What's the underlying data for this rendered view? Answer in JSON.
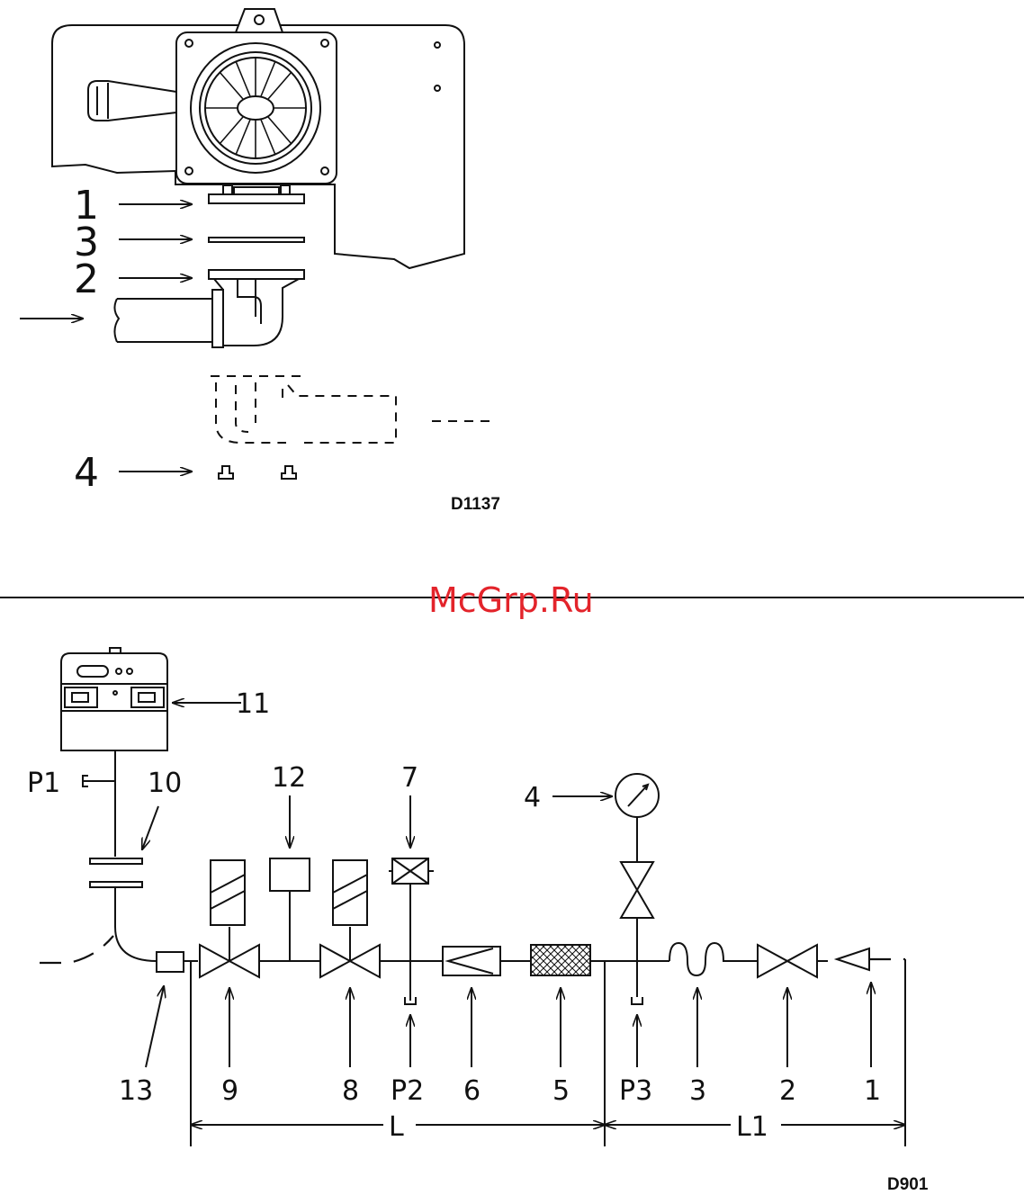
{
  "top_figure": {
    "code": "D1137",
    "callouts": [
      "1",
      "3",
      "2",
      "4"
    ]
  },
  "watermark": "McGrp.Ru",
  "bottom_figure": {
    "code": "D901",
    "top_labels": {
      "c11": "11",
      "p1": "P1",
      "c10": "10",
      "c12": "12",
      "c7": "7",
      "c4": "4"
    },
    "bottom_labels": [
      "13",
      "9",
      "8",
      "P2",
      "6",
      "5",
      "P3",
      "3",
      "2",
      "1"
    ],
    "dimensions": {
      "l": "L",
      "l1": "L1"
    }
  }
}
